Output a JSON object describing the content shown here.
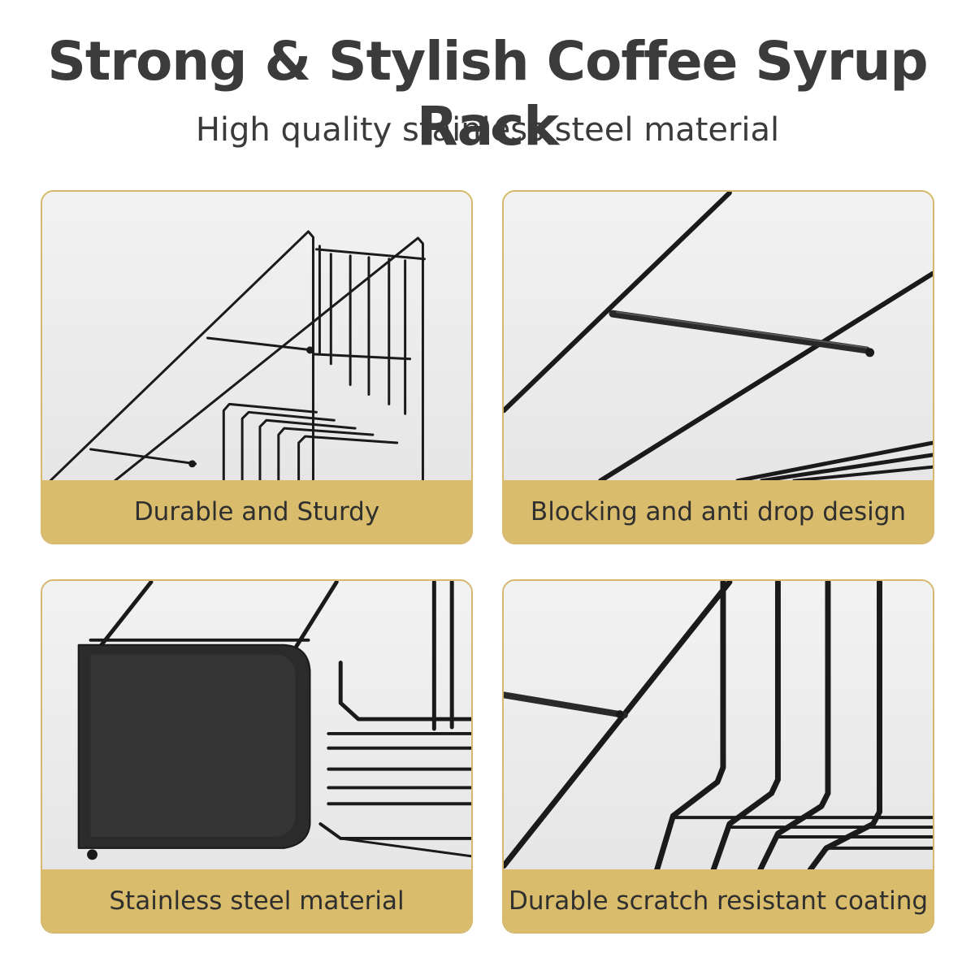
{
  "header": {
    "title": "Strong & Stylish Coffee Syrup Rack",
    "subtitle": "High quality stainless steel material"
  },
  "features": [
    {
      "caption": "Durable and Sturdy",
      "image": "rack-side-view-photo"
    },
    {
      "caption": "Blocking and anti drop design",
      "image": "rail-closeup-photo"
    },
    {
      "caption": "Stainless steel material",
      "image": "front-panel-closeup-photo"
    },
    {
      "caption": "Durable scratch resistant coating",
      "image": "bent-wire-closeup-photo"
    }
  ],
  "colors": {
    "accent": "#d9bc6c",
    "border": "#d6b76d",
    "text": "#3b3b3b",
    "wire": "#1a1a1a"
  }
}
